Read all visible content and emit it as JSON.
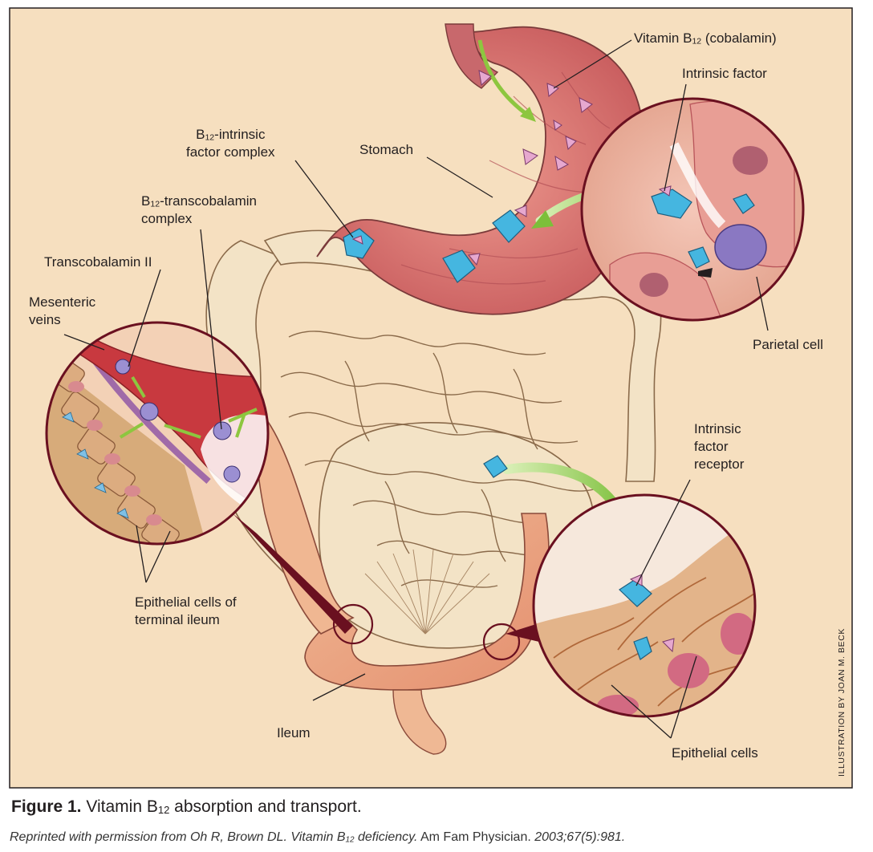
{
  "labels": {
    "vitamin_b12_pre": "Vitamin B",
    "vitamin_b12_sub": "12",
    "vitamin_b12_post": " (cobalamin)",
    "intrinsic_factor": "Intrinsic factor",
    "b12_if_pre": "B",
    "b12_if_sub": "12",
    "b12_if_post": "-intrinsic",
    "b12_if_line2": "factor complex",
    "stomach": "Stomach",
    "b12_tc_pre": "B",
    "b12_tc_sub": "12",
    "b12_tc_post": "-transcobalamin",
    "b12_tc_line2": "complex",
    "transcobalamin_ii": "Transcobalamin II",
    "mesenteric_line1": "Mesenteric",
    "mesenteric_line2": "veins",
    "parietal_cell": "Parietal cell",
    "if_receptor_line1": "Intrinsic",
    "if_receptor_line2": "factor",
    "if_receptor_line3": "receptor",
    "epithelial_ileum_line1": "Epithelial cells of",
    "epithelial_ileum_line2": "terminal ileum",
    "ileum": "Ileum",
    "epithelial_cells": "Epithelial cells"
  },
  "credit": "ILLUSTRATION BY JOAN M. BECK",
  "caption": {
    "figure_label": "Figure 1.",
    "title_pre": " Vitamin B",
    "title_sub": "12",
    "title_post": " absorption and transport."
  },
  "reprint": {
    "text_pre": "Reprinted with permission from Oh R, Brown DL. Vitamin B",
    "sub": "12",
    "text_mid": " deficiency.",
    "journal": " Am Fam Physician.",
    "citation": " 2003;67(5):981."
  },
  "colors": {
    "background": "#f6dfbf",
    "stomach": "#d9706d",
    "vessel": "#c8393f",
    "complex_blue": "#45b6e0",
    "b12_pink": "#e6a8cf",
    "arrow_green": "#8dc63f"
  }
}
